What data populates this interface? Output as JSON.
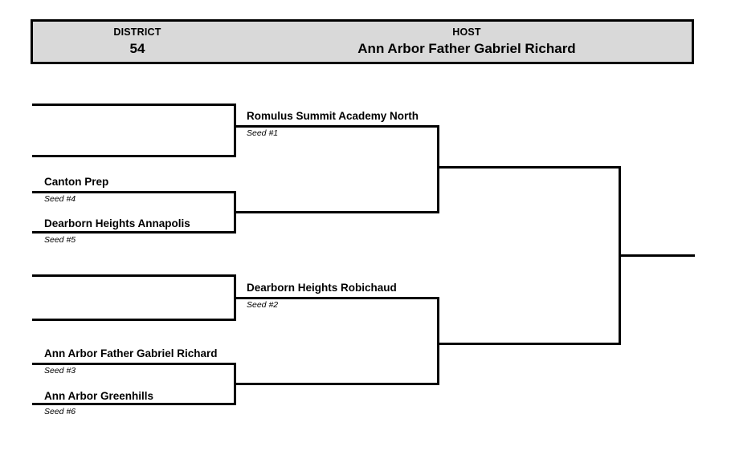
{
  "header": {
    "district_label": "DISTRICT",
    "district_value": "54",
    "host_label": "HOST",
    "host_value": "Ann Arbor Father Gabriel Richard"
  },
  "bracket": {
    "round1": [
      {
        "name": "",
        "seed": ""
      },
      {
        "name": "Canton Prep",
        "seed": "Seed #4"
      },
      {
        "name": "Dearborn Heights Annapolis",
        "seed": "Seed #5"
      },
      {
        "name": "",
        "seed": ""
      },
      {
        "name": "Ann Arbor Father Gabriel Richard",
        "seed": "Seed #3"
      },
      {
        "name": "Ann Arbor Greenhills",
        "seed": "Seed #6"
      }
    ],
    "round2": [
      {
        "name": "Romulus Summit Academy North",
        "seed": "Seed #1"
      },
      {
        "name": "",
        "seed": ""
      },
      {
        "name": "Dearborn Heights Robichaud",
        "seed": "Seed #2"
      },
      {
        "name": "",
        "seed": ""
      }
    ],
    "final": {
      "name": "",
      "seed": ""
    }
  },
  "colors": {
    "line": "#000000",
    "header_fill": "#d9d9d9",
    "page_background": "#ffffff"
  }
}
